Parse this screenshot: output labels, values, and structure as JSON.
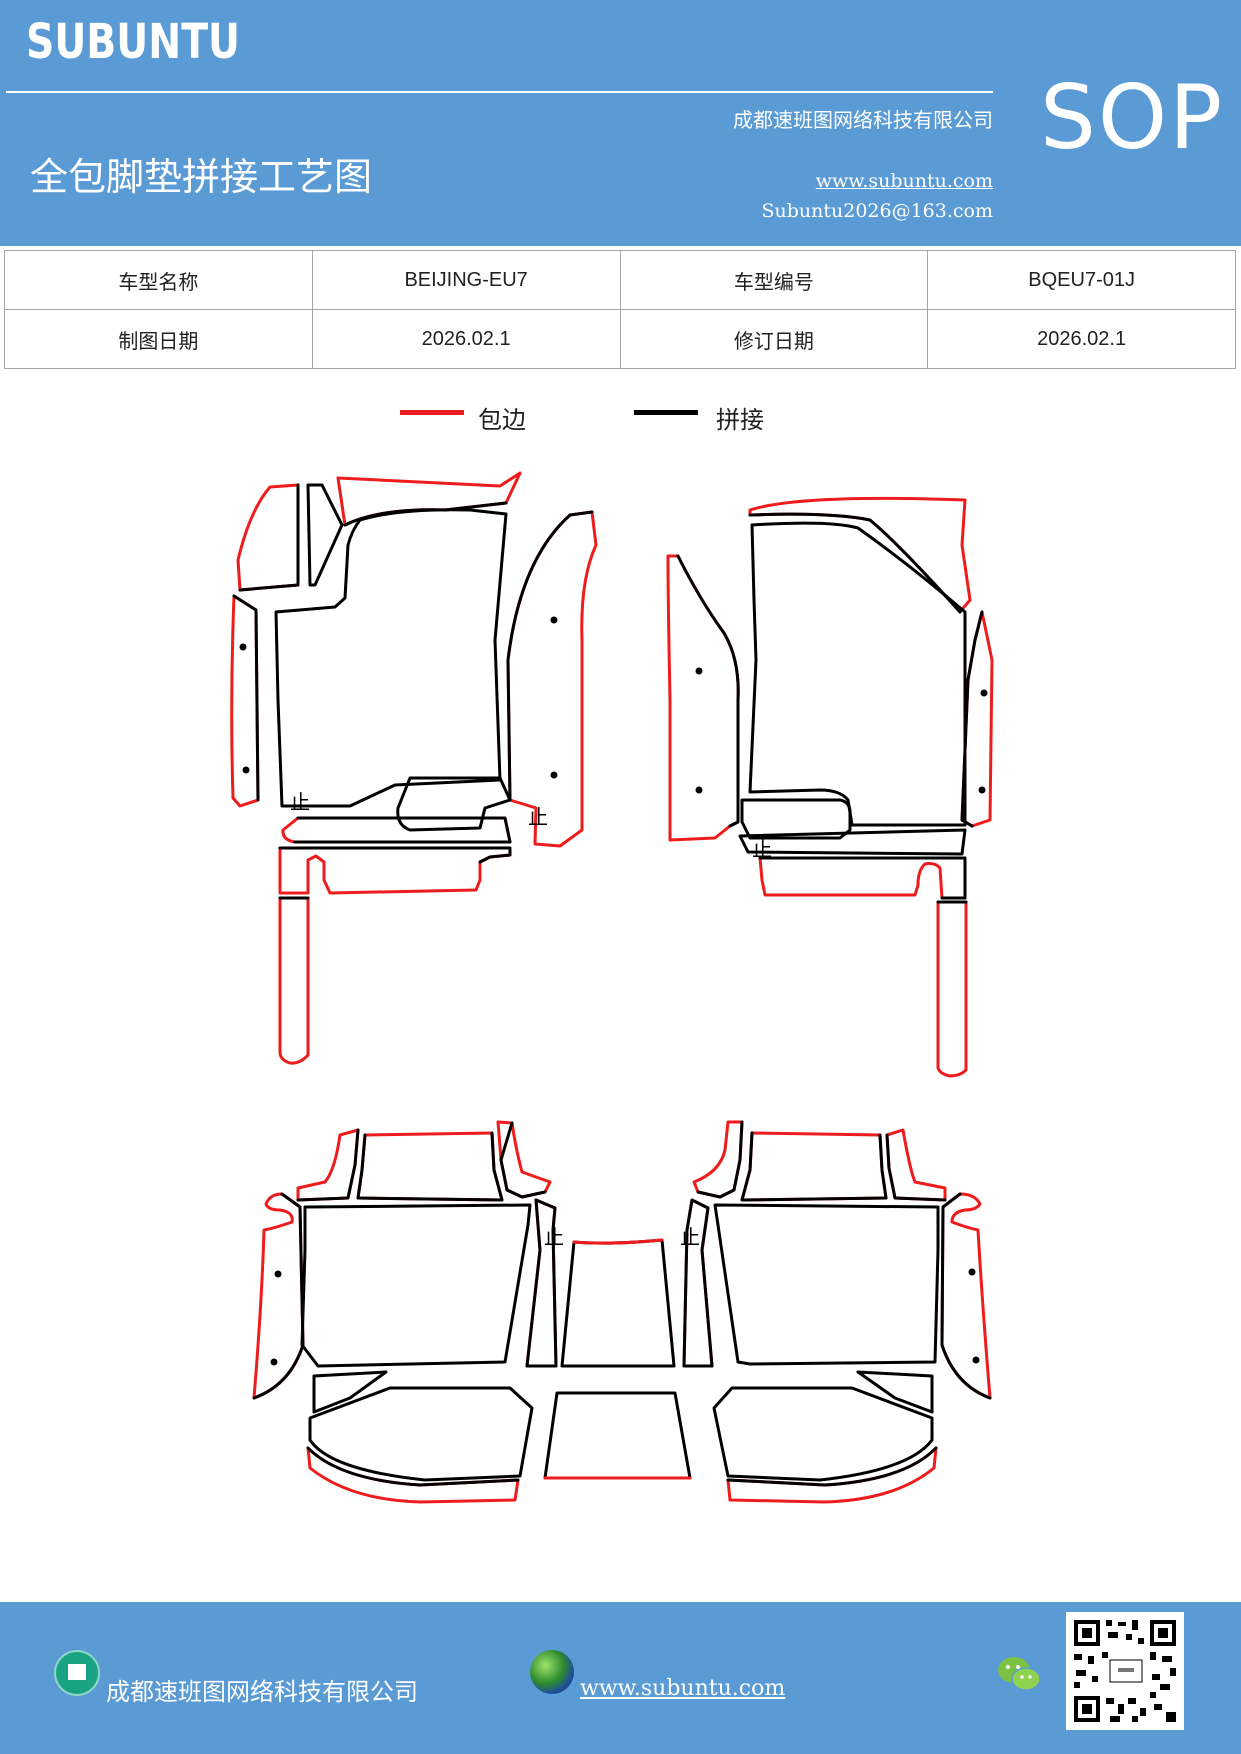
{
  "header": {
    "brand": "SUBUNTU",
    "company": "成都速班图网络科技有限公司",
    "doc_title": "全包脚垫拼接工艺图",
    "website": "www.subuntu.com",
    "email": "Subuntu2026@163.com",
    "badge": "SOP"
  },
  "info_table": {
    "model_name_label": "车型名称",
    "model_name": "BEIJING-EU7",
    "model_code_label": "车型编号",
    "model_code": "BQEU7-01J",
    "draw_date_label": "制图日期",
    "draw_date": "2026.02.1",
    "revise_date_label": "修订日期",
    "revise_date": "2026.02.1"
  },
  "legend": {
    "edge_label": "包边",
    "edge_color": "#ee1c1c",
    "join_label": "拼接",
    "join_color": "#000000"
  },
  "diagram": {
    "mark": "止"
  },
  "footer": {
    "company": "成都速班图网络科技有限公司",
    "website": "www.subuntu.com"
  }
}
